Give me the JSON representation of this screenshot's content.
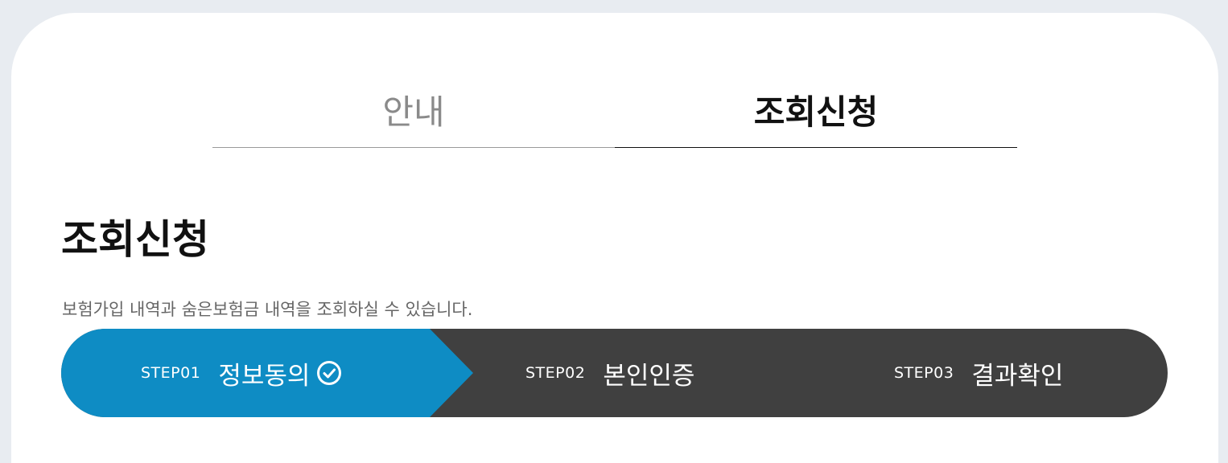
{
  "tabs": [
    {
      "label": "안내",
      "active": false
    },
    {
      "label": "조회신청",
      "active": true
    }
  ],
  "page": {
    "title": "조회신청",
    "description": "보험가입 내역과 숨은보험금 내역을 조회하실 수 있습니다."
  },
  "steps": [
    {
      "number": "STEP01",
      "label": "정보동의",
      "status": "current",
      "icon": "check-circle-icon"
    },
    {
      "number": "STEP02",
      "label": "본인인증",
      "status": "pending"
    },
    {
      "number": "STEP03",
      "label": "결과확인",
      "status": "pending"
    }
  ],
  "colors": {
    "active_step": "#0e8cc4",
    "inactive_step": "#404040",
    "background": "#e8ecf1"
  }
}
